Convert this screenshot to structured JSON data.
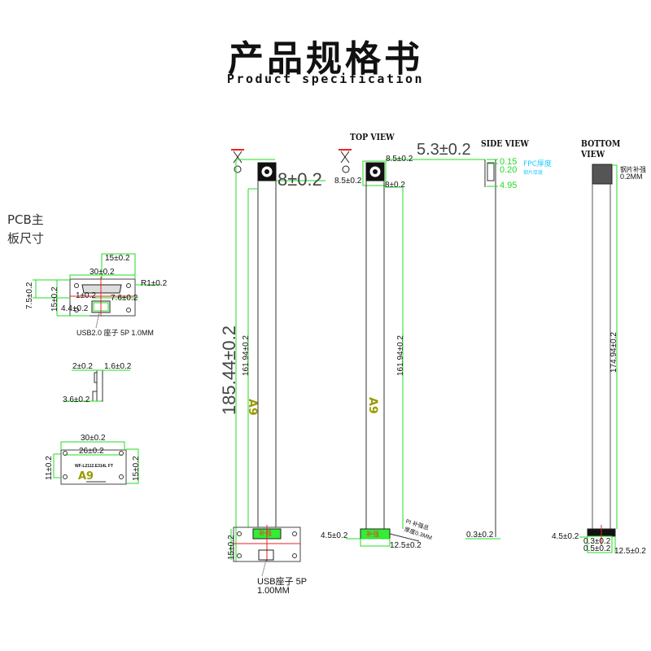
{
  "header": {
    "title_cn": "产品规格书",
    "title_en": "Product specification"
  },
  "views": {
    "top": "TOP VIEW",
    "side": "SIDE VIEW",
    "bottom": "BOTTOM VIEW"
  },
  "pcb_panel": {
    "heading_line1": "PCB主",
    "heading_line2": "板尺寸",
    "dims": {
      "top_width": "15±0.2",
      "outer_width": "30±0.2",
      "corner_radius": "R1±0.2",
      "left_height": "7.5±0.2",
      "inner_height": "15±0.2",
      "offset": "1±0.2",
      "right_offset": "7.6±0.2",
      "bottom_offset": "4.4±0.2"
    },
    "connector_note": "USB2.0 座子   5P  1.0MM",
    "side_dims": {
      "a": "2±0.2",
      "b": "1.6±0.2",
      "c": "3.6±0.2"
    },
    "bottom_dims": {
      "width": "30±0.2",
      "hole_spacing": "26±0.2",
      "left_height": "11±0.2",
      "right_height": "15±0.2",
      "part_label": "WF-L2112.E314L FT",
      "logo": "A9"
    }
  },
  "main_view": {
    "total_length": "185.44±0.2",
    "head_width": "8±0.2",
    "cable_length": "161.94±0.2",
    "pcb_height": "15±0.2",
    "logo": "A9",
    "stiffener_label": "补强",
    "connector_note_line1": "USB座子  5P",
    "connector_note_line2": "1.00MM"
  },
  "top_view": {
    "head_offset_top": "8.5±0.2",
    "head_offset_left": "8.5±0.2",
    "head_width": "8±0.2",
    "cable_length": "161.94±0.2",
    "stiffener_height": "4.5±0.2",
    "stiffener_width": "12.5±0.2",
    "stiffener_label": "补强",
    "pi_note_line1": "PI 补强总",
    "pi_note_line2": "厚度0.3MM",
    "logo": "A9"
  },
  "side_view": {
    "thickness_top": "5.3±0.2",
    "fpc_thickness": "0.15",
    "fpc_label": "FPC厚度",
    "steel_thickness": "0.20",
    "steel_label": "钢片厚度",
    "head_height": "4.95",
    "bottom_thickness": "0.3±0.2"
  },
  "bottom_view": {
    "steel_note_line1": "钢片补强",
    "steel_note_line2": "0.2MM",
    "cable_length": "174.94±0.2",
    "stiffener_height": "4.5±0.2",
    "dim_a": "0.3±0.2",
    "dim_b": "0.5±0.2",
    "stiffener_width": "12.5±0.2"
  },
  "colors": {
    "dimension_line": "#22dd22",
    "center_line": "#ee2222",
    "stiffener_fill": "#33ee33",
    "logo": "#999900",
    "fpc_note": "#22ccff"
  }
}
